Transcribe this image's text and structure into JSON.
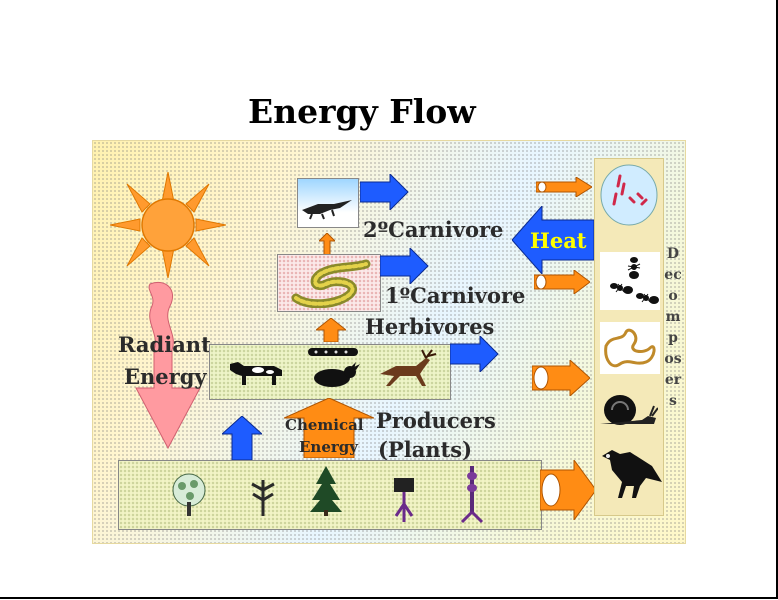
{
  "title": "Energy Flow",
  "labels": {
    "secondary_carnivore": "2ºCarnivore",
    "primary_carnivore": "1ºCarnivore",
    "herbivores": "Herbivores",
    "radiant": "Radiant",
    "energy": "Energy",
    "chemical": "Chemical",
    "chemical_energy": "Energy",
    "producers": "Producers",
    "plants": "(Plants)",
    "heat": "Heat",
    "decomposers": "Decomposers"
  },
  "colors": {
    "blue_arrow": "#1e5cff",
    "orange_arrow": "#ff8c14",
    "pink_arrow": "#ff9aa0",
    "sun": "#ff9a2e",
    "heat_text": "#ffff00"
  },
  "icons": [
    "sun-icon",
    "crocodile-icon",
    "snake-icon",
    "cow-icon",
    "rabbit-icon",
    "deer-icon",
    "caterpillar-icon",
    "tree-icon",
    "plant-icon",
    "conifer-icon",
    "flower-icon",
    "bacteria-icon",
    "ant-icon",
    "fungus-icon",
    "snail-icon",
    "vulture-icon"
  ]
}
